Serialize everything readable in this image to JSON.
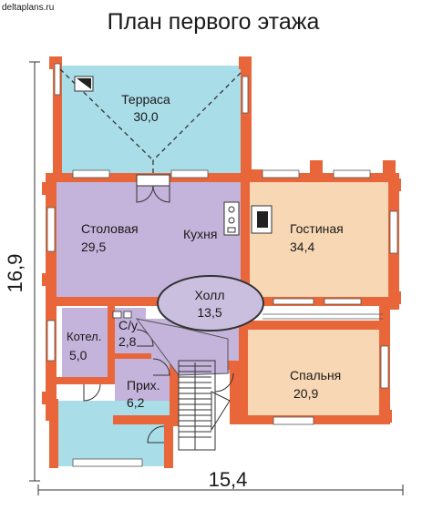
{
  "watermark": "deltaplans.ru",
  "title": "План первого этажа",
  "dimensions": {
    "height": "16,9",
    "width": "15,4"
  },
  "rooms": {
    "terrace": {
      "name": "Терраса",
      "area": "30,0"
    },
    "dining": {
      "name": "Столовая",
      "area": "29,5"
    },
    "kitchen": {
      "name": "Кухня"
    },
    "living": {
      "name": "Гостиная",
      "area": "34,4"
    },
    "hall": {
      "name": "Холл",
      "area": "13,5"
    },
    "boiler": {
      "name": "Котел.",
      "area": "5,0"
    },
    "wc": {
      "name": "С/у",
      "area": "2,8"
    },
    "entry": {
      "name": "Прих.",
      "area": "6,2"
    },
    "bedroom": {
      "name": "Спальня",
      "area": "20,9"
    }
  },
  "colors": {
    "wall": "#e8663a",
    "terrace": "#a9dde8",
    "purple_rooms": "#c4b3da",
    "living": "#f7d7b4",
    "hall": "#cbbfe0",
    "window": "#ffffff"
  }
}
